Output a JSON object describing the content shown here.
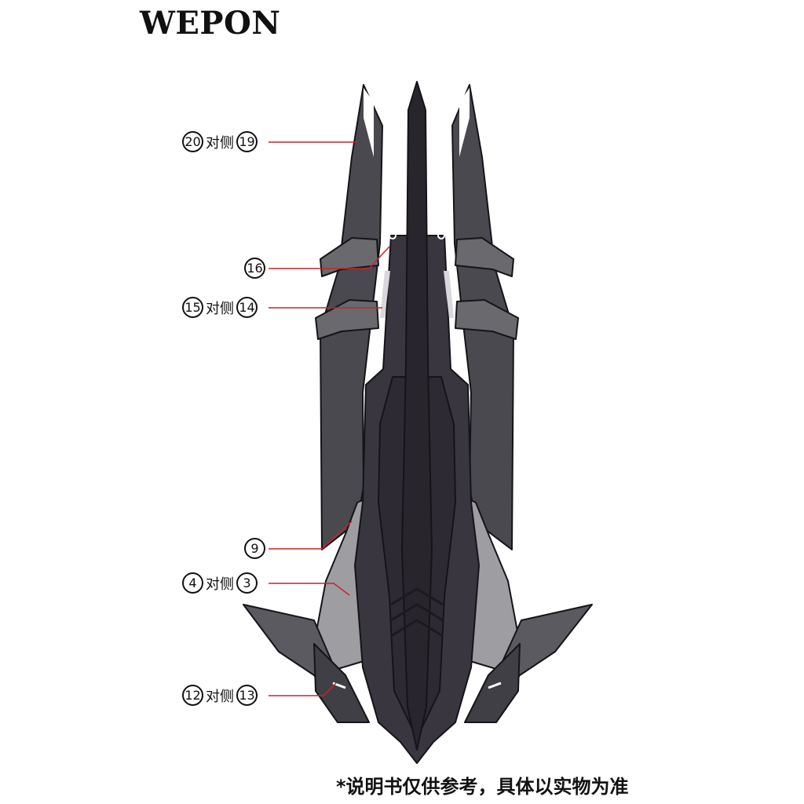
{
  "title": "WEPON",
  "callouts": [
    {
      "a": "20",
      "side": "对侧",
      "b": "19"
    },
    {
      "a": "16",
      "side": "",
      "b": ""
    },
    {
      "a": "15",
      "side": "对侧",
      "b": "14"
    },
    {
      "a": "9",
      "side": "",
      "b": ""
    },
    {
      "a": "4",
      "side": "对侧",
      "b": "3"
    },
    {
      "a": "12",
      "side": "对侧",
      "b": "13"
    }
  ],
  "note": "*说明书仅供参考，具体以实物为准",
  "colors": {
    "leader_line": "#c8242b",
    "armor_dark": "#3b3a40",
    "armor_mid": "#55545a",
    "armor_light": "#8a898e",
    "armor_pale": "#b6b5b9",
    "spine": "#2a2630"
  }
}
